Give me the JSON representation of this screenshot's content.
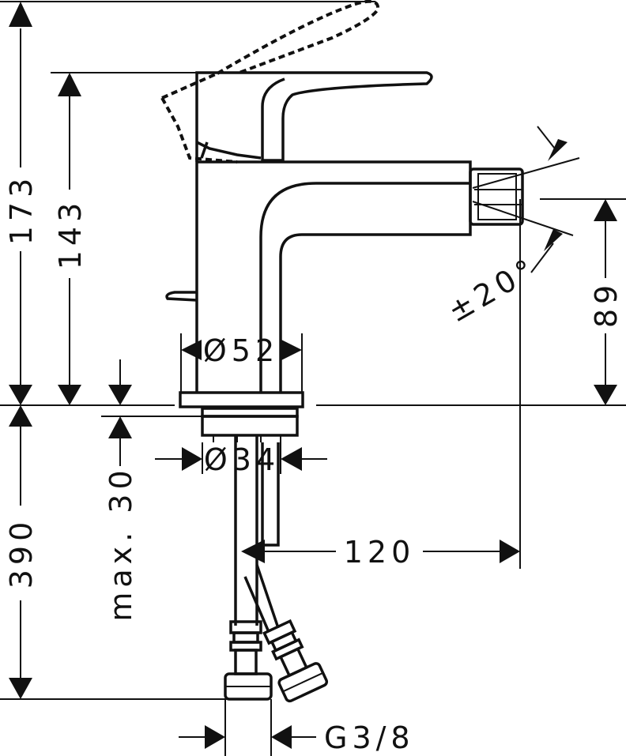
{
  "dimensions": {
    "total_height": "173",
    "handle_height": "143",
    "spout_height": "89",
    "below_deck_length": "390",
    "max_deck_thickness": "max. 30",
    "body_diameter": "Ø52",
    "shank_diameter": "Ø34",
    "spout_reach": "120",
    "swivel_angle": "±20°",
    "connection_thread": "G3/8"
  }
}
